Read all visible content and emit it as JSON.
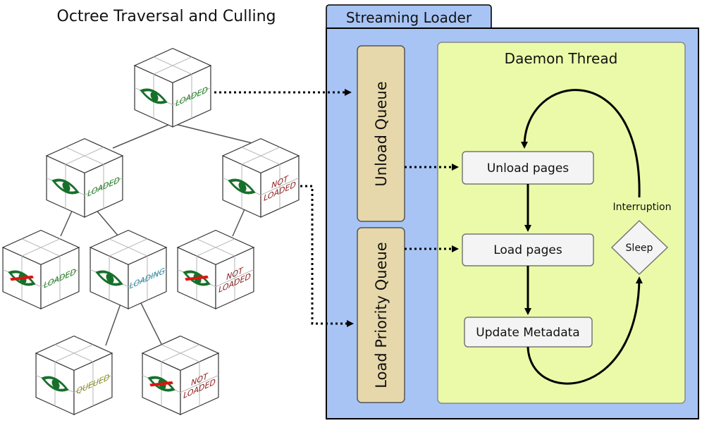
{
  "left_title": "Octree Traversal and Culling",
  "loader": {
    "tab_label": "Streaming Loader",
    "unload_queue": "Unload Queue",
    "load_queue": "Load Priority Queue",
    "daemon_title": "Daemon Thread",
    "unload_pages": "Unload pages",
    "load_pages": "Load pages",
    "update_metadata": "Update Metadata",
    "sleep": "Sleep",
    "interruption": "Interruption"
  },
  "nodes": [
    {
      "id": "root",
      "status": [
        "LOADED"
      ],
      "visible": true,
      "color": "#1a7a1a"
    },
    {
      "id": "l1a",
      "status": [
        "LOADED"
      ],
      "visible": true,
      "color": "#1a7a1a"
    },
    {
      "id": "l1b",
      "status": [
        "NOT",
        "LOADED"
      ],
      "visible": true,
      "color": "#8b1a1a"
    },
    {
      "id": "l2a",
      "status": [
        "LOADED"
      ],
      "visible": false,
      "color": "#1a7a1a"
    },
    {
      "id": "l2b",
      "status": [
        "LOADING"
      ],
      "visible": true,
      "color": "#2a8aa0"
    },
    {
      "id": "l2c",
      "status": [
        "NOT",
        "LOADED"
      ],
      "visible": false,
      "color": "#8b1a1a"
    },
    {
      "id": "l3a",
      "status": [
        "QUEUED"
      ],
      "visible": true,
      "color": "#8a8a1a"
    },
    {
      "id": "l3b",
      "status": [
        "NOT",
        "LOADED"
      ],
      "visible": false,
      "color": "#8b1a1a"
    }
  ],
  "colors": {
    "loader_bg": "#a8c4f5",
    "daemon_bg": "#ebfaa8",
    "queue_bg": "#e6d8aa",
    "eye": "#17702a",
    "strike": "#e11111"
  }
}
